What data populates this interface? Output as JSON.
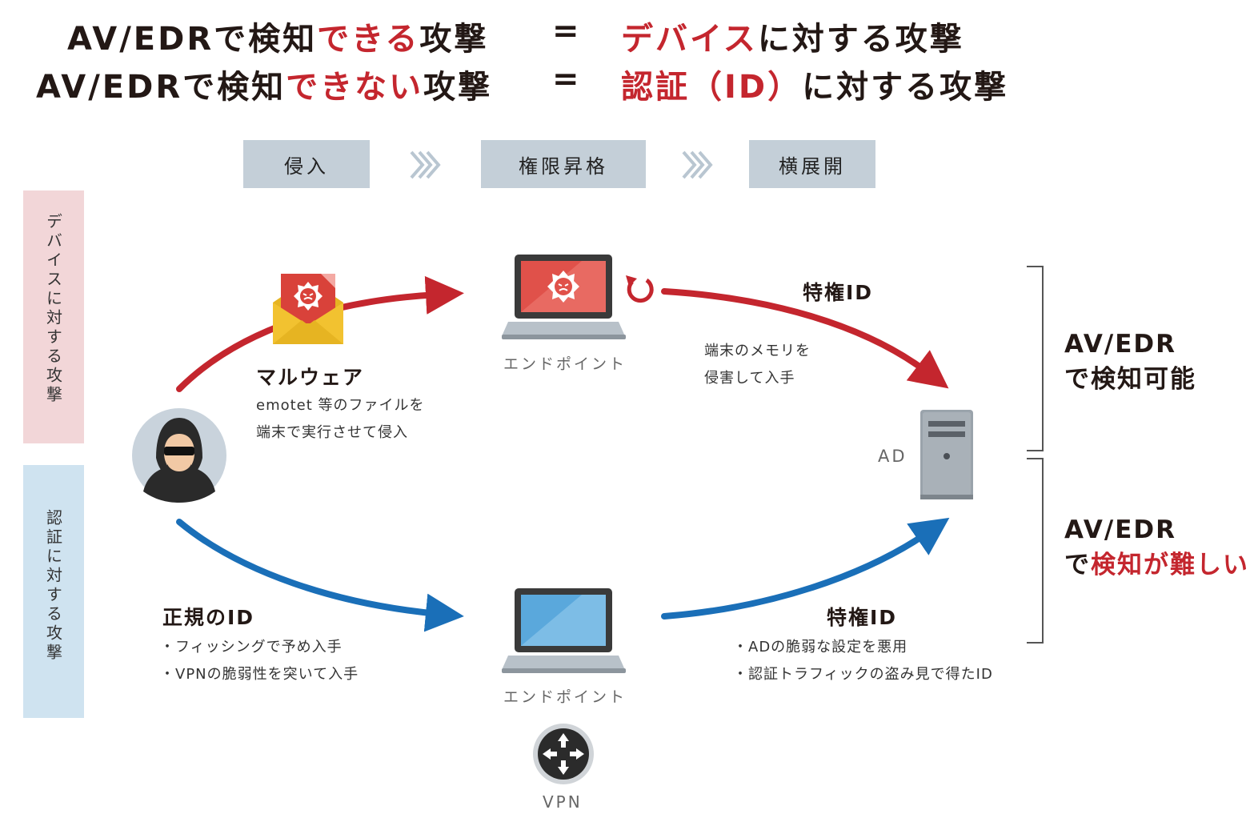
{
  "heading": {
    "line1": {
      "lead": "AV/EDRで検知",
      "highlight": "できる",
      "trail": "攻撃",
      "eq": "=",
      "target_red": "デバイス",
      "target_rest": "に対する攻撃"
    },
    "line2": {
      "lead": "AV/EDRで検知",
      "highlight": "できない",
      "trail": "攻撃",
      "eq": "=",
      "target_red": "認証（ID）",
      "target_rest": "に対する攻撃"
    }
  },
  "stages": [
    "侵入",
    "権限昇格",
    "横展開"
  ],
  "bands": {
    "device": "デバイスに対する攻撃",
    "auth": "認証に対する攻撃"
  },
  "top_path": {
    "malware_title": "マルウェア",
    "malware_desc": [
      "emotet 等のファイルを",
      "端末で実行させて侵入"
    ],
    "endpoint_caption": "エンドポイント",
    "priv_title": "特権ID",
    "priv_desc": [
      "端末のメモリを",
      "侵害して入手"
    ]
  },
  "bottom_path": {
    "legit_title": "正規のID",
    "legit_bullets": [
      "・フィッシングで予め入手",
      "・VPNの脆弱性を突いて入手"
    ],
    "endpoint_caption": "エンドポイント",
    "vpn_caption": "VPN",
    "priv_title": "特権ID",
    "priv_bullets": [
      "・ADの脆弱な設定を悪用",
      "・認証トラフィックの盗み見で得たID"
    ]
  },
  "server_label": "AD",
  "verdicts": {
    "top": {
      "line1": "AV/EDR",
      "line2": "で検知可能"
    },
    "bottom": {
      "line1": "AV/EDR",
      "line2_prefix": "で",
      "line2_red": "検知が難しい"
    }
  },
  "colors": {
    "red": "#c4262e",
    "blue": "#1a6fb8",
    "stage_bg": "#c4cfd8",
    "band_pink": "#f2d6d8",
    "band_blue": "#cfe3f0"
  }
}
